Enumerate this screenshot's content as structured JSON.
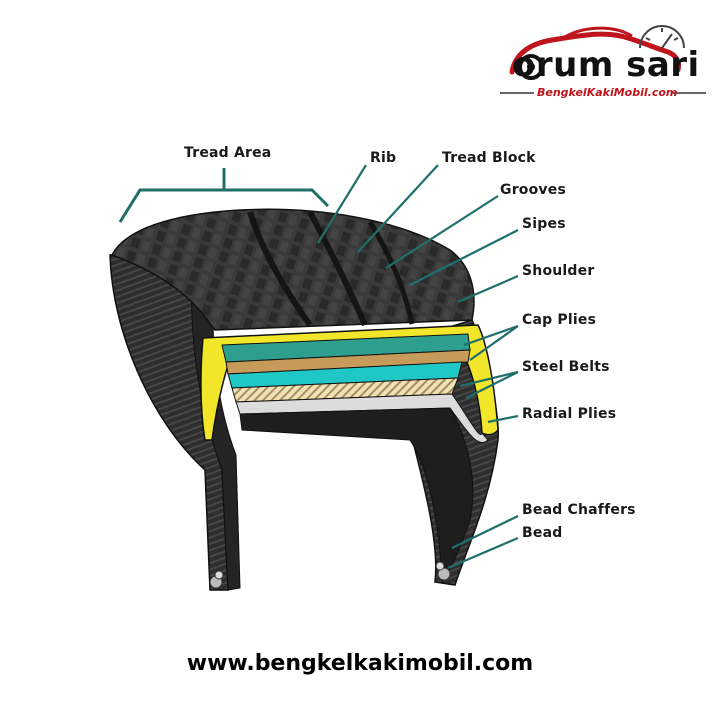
{
  "logo": {
    "brand": "orum sari",
    "site": "BengkelKakiMobil.com",
    "accent": "#c0141c"
  },
  "labels": {
    "tread_area": "Tread Area",
    "rib": "Rib",
    "tread_block": "Tread Block",
    "grooves": "Grooves",
    "sipes": "Sipes",
    "shoulder": "Shoulder",
    "cap_plies": "Cap Plies",
    "steel_belts": "Steel Belts",
    "radial_plies": "Radial Plies",
    "bead_chaffers": "Bead Chaffers",
    "bead": "Bead"
  },
  "footer": {
    "url": "www.bengkelkakimobil.com"
  },
  "colors": {
    "leader_line": "#1f6f6a",
    "rubber": "#2b2b2b",
    "liner_yellow": "#f2e62a",
    "cap_ply_teal": "#2e9e8f",
    "steel_belt_cyan": "#1fc7c7"
  }
}
